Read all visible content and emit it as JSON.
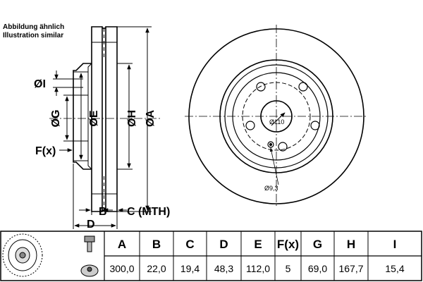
{
  "notes": {
    "line1": "Abbildung ähnlich",
    "line2": "Illustration similar"
  },
  "side_view": {
    "label_I": "ØI",
    "label_G": "ØG",
    "label_E": "ØE",
    "label_H": "ØH",
    "label_A": "ØA",
    "label_F": "F(x)",
    "label_B": "B",
    "label_C": "C (MTH)",
    "label_D": "D"
  },
  "front_view": {
    "pcd_label": "Ø110",
    "hole_label": "Ø9,3"
  },
  "table": {
    "headers": [
      "A",
      "B",
      "C",
      "D",
      "E",
      "F(x)",
      "G",
      "H",
      "I"
    ],
    "values": [
      "300,0",
      "22,0",
      "19,4",
      "48,3",
      "112,0",
      "5",
      "69,0",
      "167,7",
      "15,4"
    ]
  }
}
